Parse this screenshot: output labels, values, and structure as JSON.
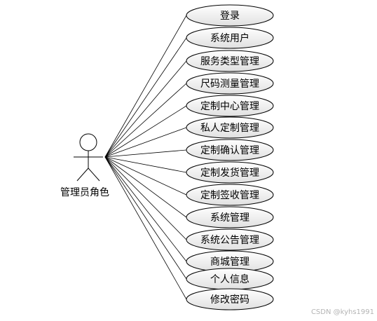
{
  "actor": {
    "label": "管理员角色"
  },
  "use_cases": [
    {
      "label": "登录"
    },
    {
      "label": "系统用户"
    },
    {
      "label": "服务类型管理"
    },
    {
      "label": "尺码测量管理"
    },
    {
      "label": "定制中心管理"
    },
    {
      "label": "私人定制管理"
    },
    {
      "label": "定制确认管理"
    },
    {
      "label": "定制发货管理"
    },
    {
      "label": "定制签收管理"
    },
    {
      "label": "系统管理"
    },
    {
      "label": "系统公告管理"
    },
    {
      "label": "商城管理"
    },
    {
      "label": "个人信息"
    },
    {
      "label": "修改密码"
    }
  ],
  "watermark": "CSDN @kyhs1991",
  "colors": {
    "ellipse_fill_top": "#ffffff",
    "ellipse_fill_bottom": "#e0e0e0",
    "stroke": "#000000",
    "watermark": "#b4b4b4"
  }
}
